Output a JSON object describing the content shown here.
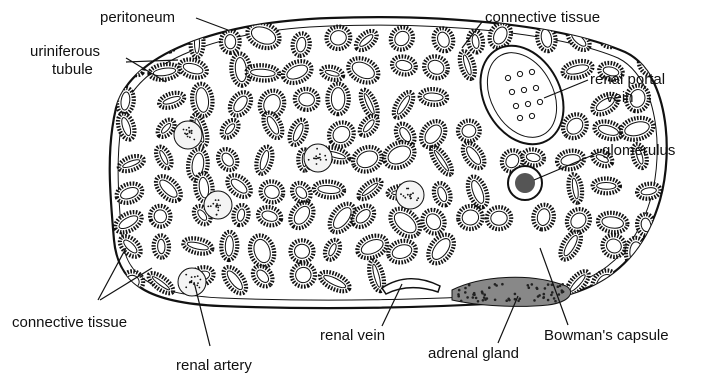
{
  "labels": {
    "peritoneum": "peritoneum",
    "connective_tissue_top": "connective tissue",
    "uriniferous_line1": "uriniferous",
    "uriniferous_line2": "tubule",
    "renal_portal_line1": "renal portal",
    "renal_portal_line2": "vein",
    "glomerulus": "glomerulus",
    "connective_tissue_bottom": "connective tissue",
    "renal_artery": "renal artery",
    "renal_vein": "renal vein",
    "adrenal_gland": "adrenal gland",
    "bowmans_capsule": "Bowman's capsule"
  }
}
